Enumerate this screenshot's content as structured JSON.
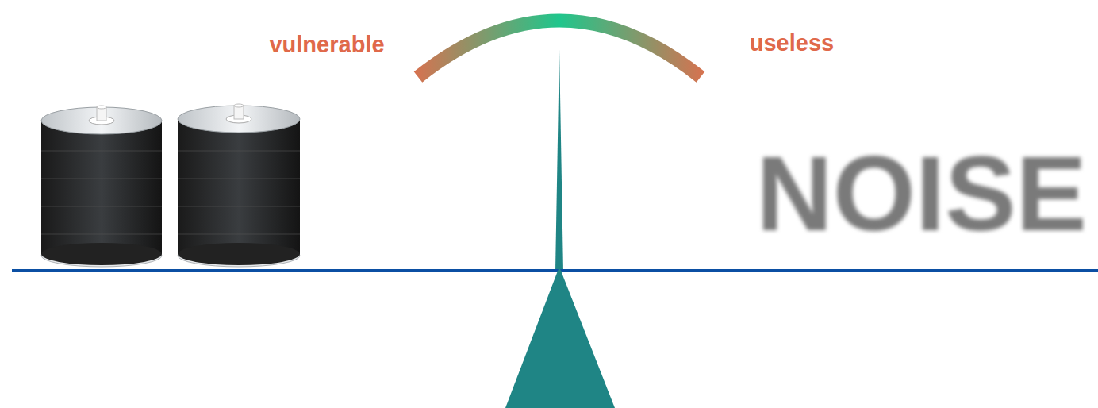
{
  "diagram": {
    "labels": [
      "vulnerable",
      "useless",
      "NOISE"
    ]
  }
}
